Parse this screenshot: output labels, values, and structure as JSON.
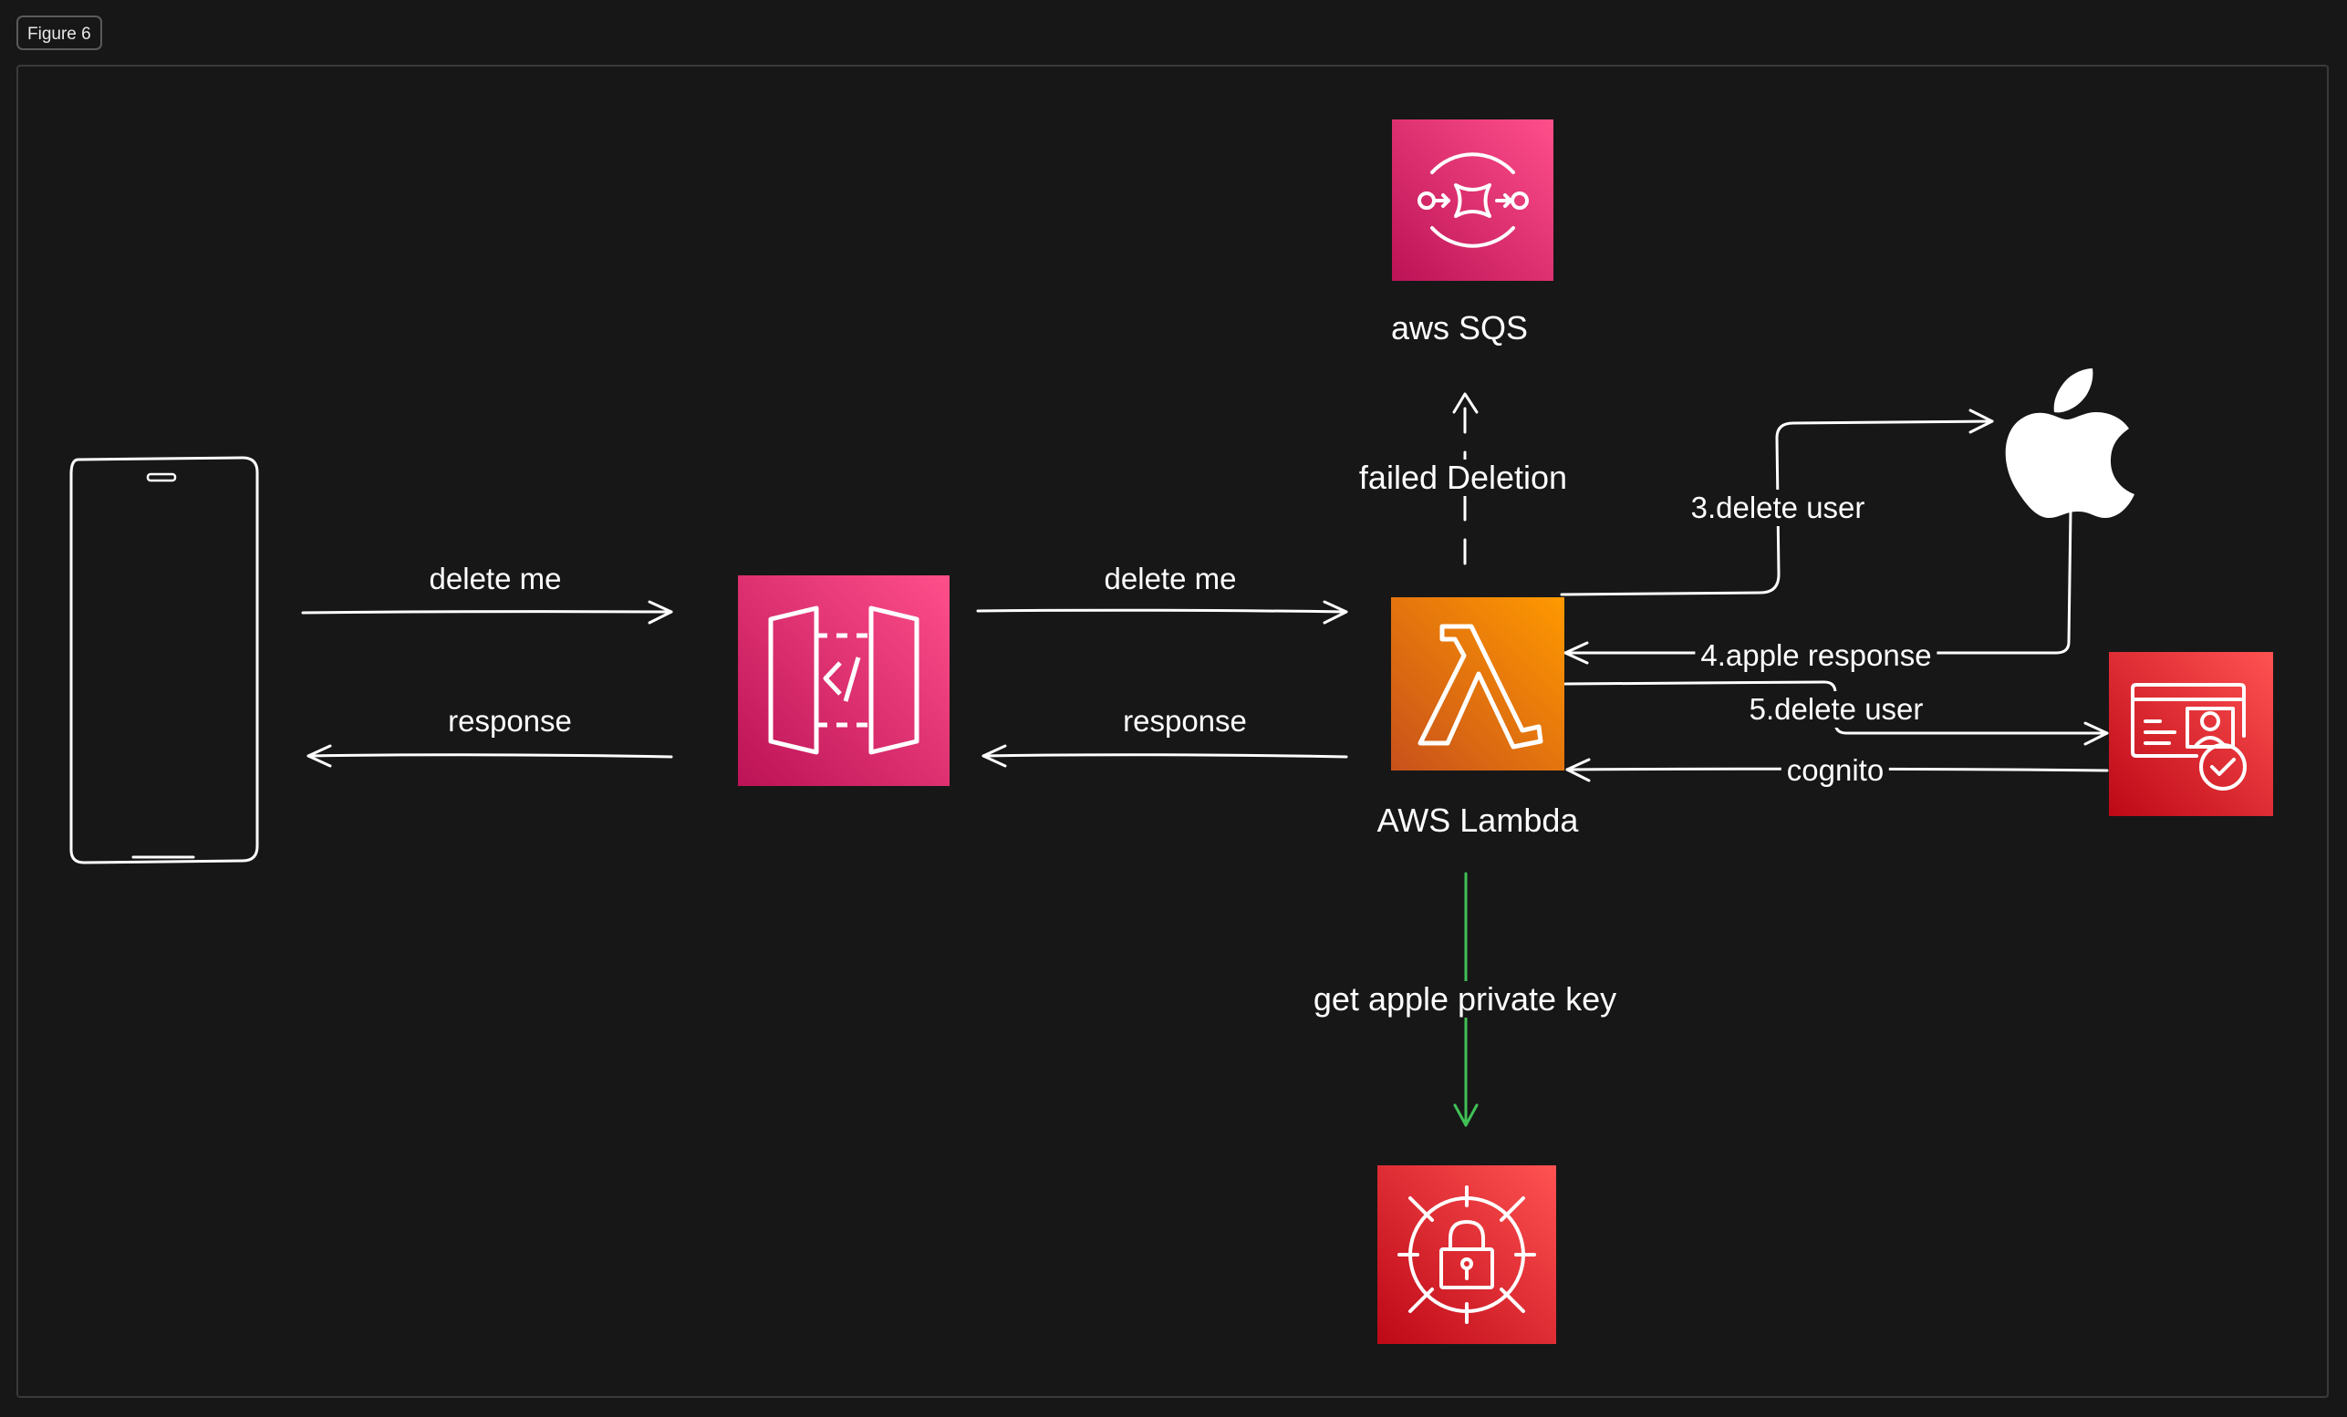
{
  "figure_label": "Figure 6",
  "nodes": {
    "sqs": {
      "label": "aws SQS",
      "icon": "sqs-icon",
      "color_start": "#ff4f8b",
      "color_end": "#bc1356"
    },
    "lambda": {
      "label": "AWS Lambda",
      "icon": "lambda-icon",
      "color_start": "#f7981f",
      "color_end": "#c8511b"
    },
    "api_gateway": {
      "icon": "api-gateway-icon",
      "color_start": "#ff4f8b",
      "color_end": "#bc1356"
    },
    "apple": {
      "icon": "apple-logo-icon"
    },
    "cognito": {
      "icon": "cognito-icon",
      "color_start": "#f54749",
      "color_end": "#c7131f"
    },
    "secrets_manager": {
      "icon": "secrets-manager-icon",
      "color_start": "#f54749",
      "color_end": "#c7131f"
    },
    "phone": {
      "icon": "phone-icon"
    }
  },
  "edges": {
    "phone_to_api": "delete me",
    "api_to_phone": "response",
    "api_to_lambda": "delete me",
    "lambda_to_api": "response",
    "lambda_to_sqs": "failed Deletion",
    "lambda_to_apple": "3.delete user",
    "apple_to_lambda": "4.apple response",
    "lambda_to_cognito": "5.delete user",
    "cognito_to_lambda": "cognito",
    "lambda_to_secrets": "get apple private key"
  },
  "colors": {
    "background": "#171717",
    "stroke": "#ffffff",
    "green_edge": "#40c057"
  }
}
